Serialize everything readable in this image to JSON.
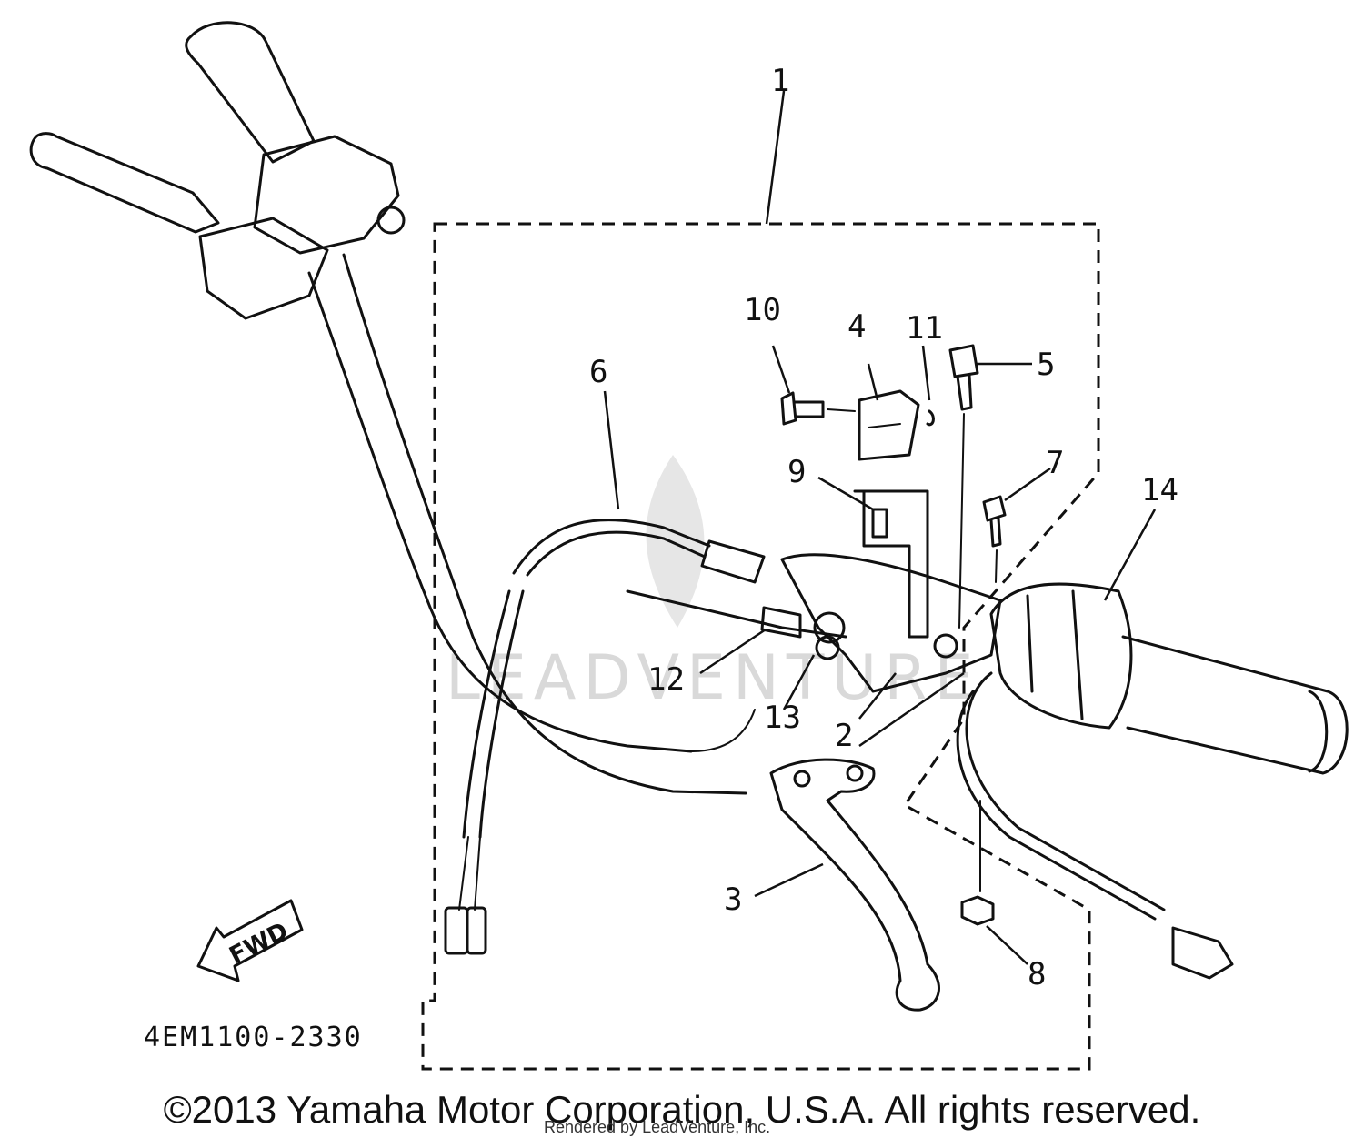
{
  "diagram": {
    "callouts": {
      "c1": "1",
      "c2": "2",
      "c3": "3",
      "c4": "4",
      "c5": "5",
      "c6": "6",
      "c7": "7",
      "c8": "8",
      "c9": "9",
      "c10": "10",
      "c11": "11",
      "c12": "12",
      "c13": "13",
      "c14": "14"
    },
    "direction_label": "FWD",
    "drawing_code": "4EM1100-2330",
    "watermark": "LEADVENTURE"
  },
  "footer": {
    "copyright": "©2013 Yamaha Motor Corporation, U.S.A. All rights reserved.",
    "rendered_by": "Rendered by LeadVenture, Inc."
  }
}
